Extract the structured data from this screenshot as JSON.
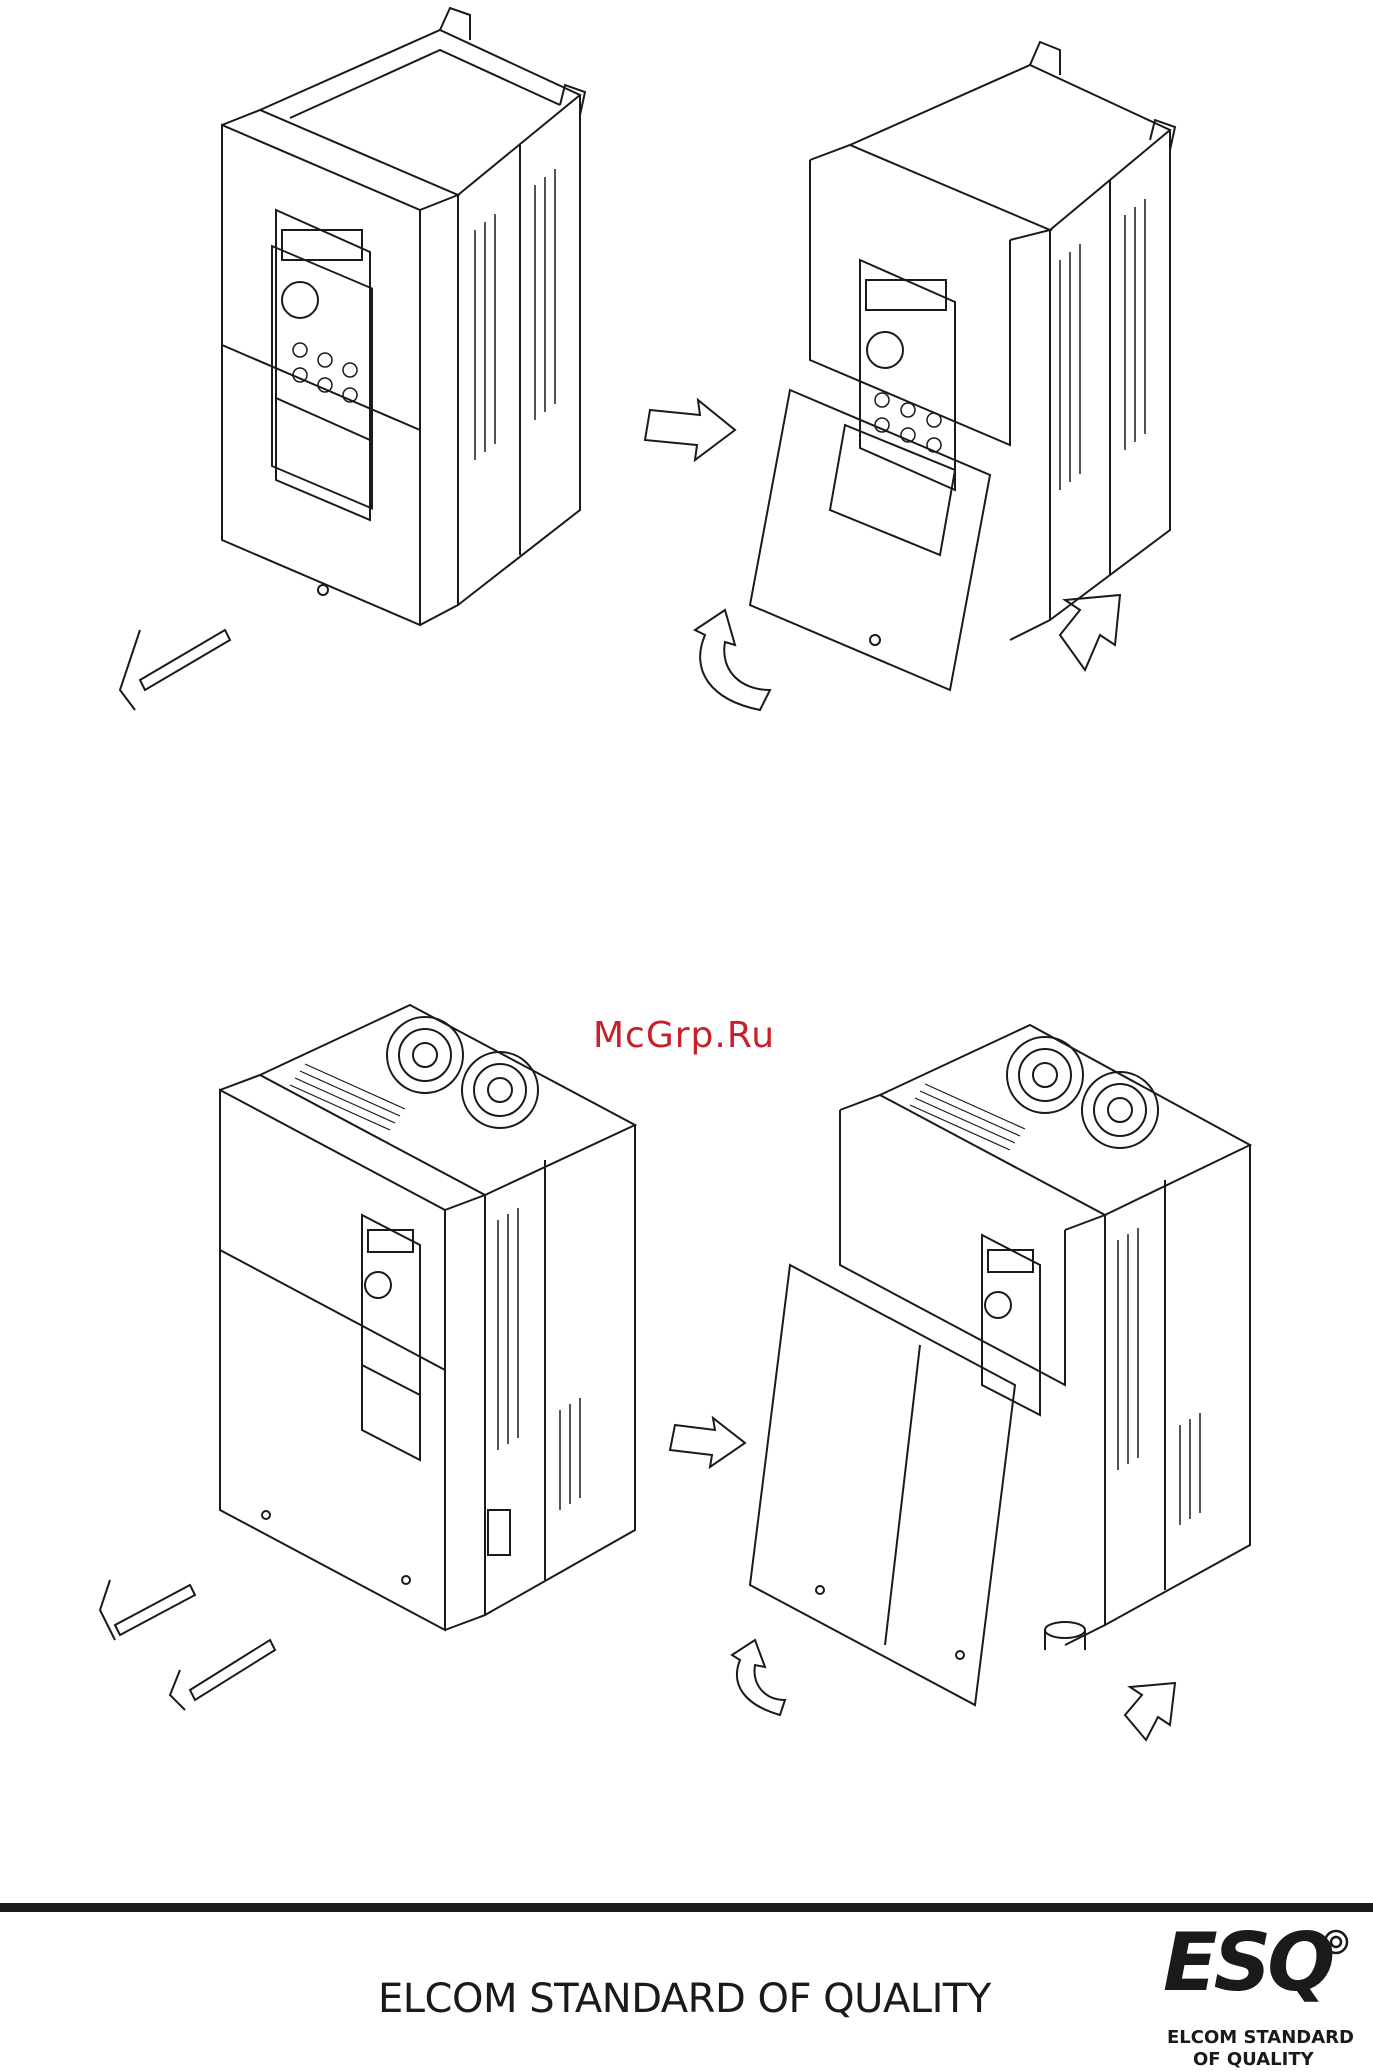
{
  "watermark": "McGrp.Ru",
  "footer": {
    "tagline": "ELCOM STANDARD OF QUALITY"
  },
  "logo": {
    "mark": "ESQ",
    "line1": "ELCOM STANDARD",
    "line2": "OF QUALITY"
  },
  "figures": [
    {
      "step": "closed",
      "unit": "small-inverter"
    },
    {
      "step": "cover-removed",
      "unit": "small-inverter"
    },
    {
      "step": "closed",
      "unit": "large-inverter"
    },
    {
      "step": "cover-removed",
      "unit": "large-inverter"
    }
  ],
  "colors": {
    "line": "#1a1a1a",
    "watermark": "#c8202a"
  }
}
